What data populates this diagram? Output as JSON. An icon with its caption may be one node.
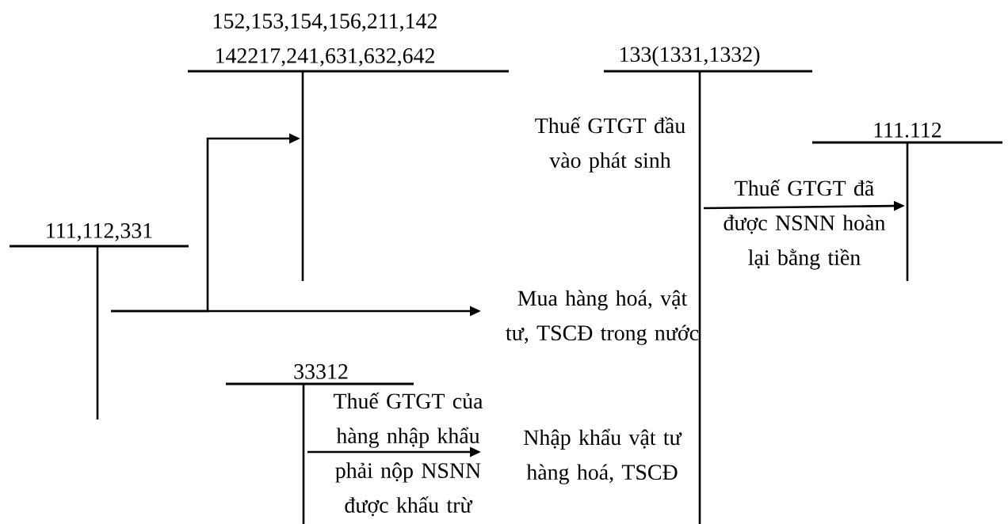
{
  "diagram": {
    "nodes": [
      {
        "text": [
          "152,153,154,156,211,142 142217,241,631,632,642"
        ]
      },
      {
        "text": [
          "133(1331,1332)"
        ]
      },
      {
        "text": [
          "111.112"
        ]
      },
      {
        "text": [
          "111,112,331"
        ]
      },
      {
        "text": [
          "33312"
        ]
      }
    ],
    "edges": [
      {
        "from": 3,
        "to": 0,
        "arrow": "to"
      },
      {
        "from": 3,
        "to": null,
        "arrow": "to"
      },
      {
        "from": 4,
        "to": null,
        "arrow": "to",
        "label": "Thuế GTGT của hàng nhập khẩu phải nộp NSNN được khấu trừ"
      },
      {
        "from": 1,
        "to": 2,
        "arrow": "to",
        "label": "Thuế GTGT đã được NSNN hoàn lại bằng tiền"
      }
    ],
    "labels": [
      "Thuế GTGT đầu vào phát sinh",
      "Mua hàng hoá, vật tư, TSCĐ trong nước",
      "Nhập khẩu vật tư hàng hoá, TSCĐ"
    ]
  }
}
